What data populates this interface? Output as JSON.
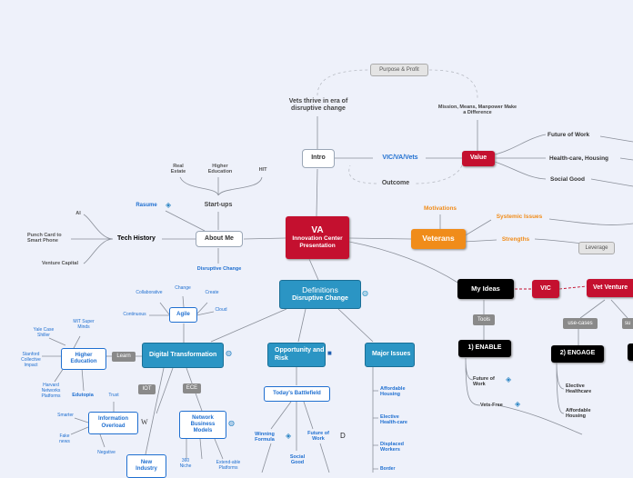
{
  "center": {
    "title": "VA",
    "subtitle": "Innovation Center Presentation"
  },
  "top": {
    "purpose_profit": "Purpose & Profit",
    "vets_thrive": "Vets thrive in era of disruptive change",
    "intro": "Intro",
    "vic_link": "VIC/VA/Vets",
    "value": "Value",
    "mission": "Mission, Means, Manpower Make a Difference",
    "outcome": "Outcome",
    "future_of_work": "Future of Work",
    "healthcare_housing": "Health-care, Housing",
    "social_good": "Social Good"
  },
  "veterans": {
    "label": "Veterans",
    "motivations": "Motivations",
    "systemic": "Systemic Issues",
    "strengths": "Strengths",
    "leverage": "Leverage"
  },
  "my_ideas": {
    "label": "My Ideas",
    "vic": "VIC",
    "vet_venture": "Vet Venture",
    "tools": "Tools",
    "use_cases": "use-cases",
    "su": "su",
    "enable": "1) ENABLE",
    "engage": "2) ENGAGE",
    "enable_items": [
      "Future of Work",
      "Vets-Free"
    ],
    "engage_items": [
      "Elective Healthcare",
      "Affordable Housing"
    ]
  },
  "about": {
    "label": "About Me",
    "startups": "Start-ups",
    "startup_items": [
      "Real Estate",
      "Higher Education",
      "HIT"
    ],
    "rasume": "Rasume",
    "tech_history": "Tech History",
    "tech_items": [
      "AI",
      "Punch Card to Smart Phone",
      "Venture Capital"
    ],
    "disruptive": "Disruptive Change"
  },
  "definitions": {
    "line1": "Definitions",
    "line2": "Disruptive Change"
  },
  "digital": {
    "label": "Digital Transformation",
    "agile": "Agile",
    "agile_items": [
      "Collaborative",
      "Change",
      "Create",
      "Continuous",
      "Cloud"
    ],
    "learn": "Learn",
    "higher_ed": "Higher Education",
    "he_items": [
      "MIT Super Minds",
      "Yale Case Shiller",
      "Stanford Collective Impact",
      "Harvard Networks Platforms",
      "Edutopia"
    ],
    "iot": "IOT",
    "ece": "ECE",
    "info_overload": "Information Overload",
    "io_items": [
      "Trust",
      "Smarter",
      "Fake news",
      "Negative"
    ],
    "nbm": "Network Business Models",
    "nbm_items": [
      "360 Niche",
      "Extend-able Platforms"
    ],
    "new_industry": "New Industry"
  },
  "opportunity": {
    "label": "Opportunity and Risk",
    "battlefield": "Today's Battlefield",
    "winning": "Winning Formula",
    "social": "Social Good",
    "future": "Future of Work"
  },
  "major": {
    "label": "Major Issues",
    "items": [
      "Affordable Housing",
      "Elective Health-care",
      "Displaced Workers",
      "Border"
    ]
  }
}
